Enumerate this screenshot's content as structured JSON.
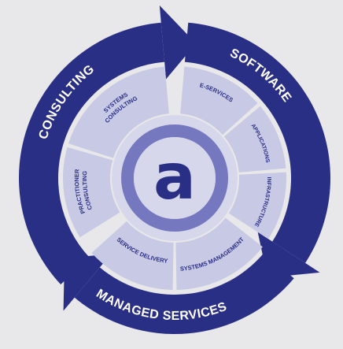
{
  "colors": {
    "background": "#e8e8ea",
    "ring_dark": "#2a2f86",
    "ring_light": "#c8c9e4",
    "ring_mid": "#7577bf",
    "hub": "#d6d7ea",
    "text_light": "#ffffff",
    "text_dark": "#2a2f86"
  },
  "logo": {
    "letter": "a"
  },
  "segments": [
    {
      "id": "consulting",
      "label": "CONSULTING",
      "sub": [
        {
          "lines": [
            "SYSTEMS",
            "CONSULTING"
          ]
        },
        {
          "lines": [
            "PRACTITIONER",
            "CONSULTING"
          ]
        }
      ]
    },
    {
      "id": "software",
      "label": "SOFTWARE",
      "sub": [
        {
          "lines": [
            "E-SERVICES"
          ]
        },
        {
          "lines": [
            "APPLICATIONS"
          ]
        },
        {
          "lines": [
            "INFRASTRUCTURE"
          ]
        }
      ]
    },
    {
      "id": "managed",
      "label": "MANAGED SERVICES",
      "sub": [
        {
          "lines": [
            "SERVICE DELIVERY"
          ]
        },
        {
          "lines": [
            "SYSTEMS MANAGEMENT"
          ]
        }
      ]
    }
  ]
}
